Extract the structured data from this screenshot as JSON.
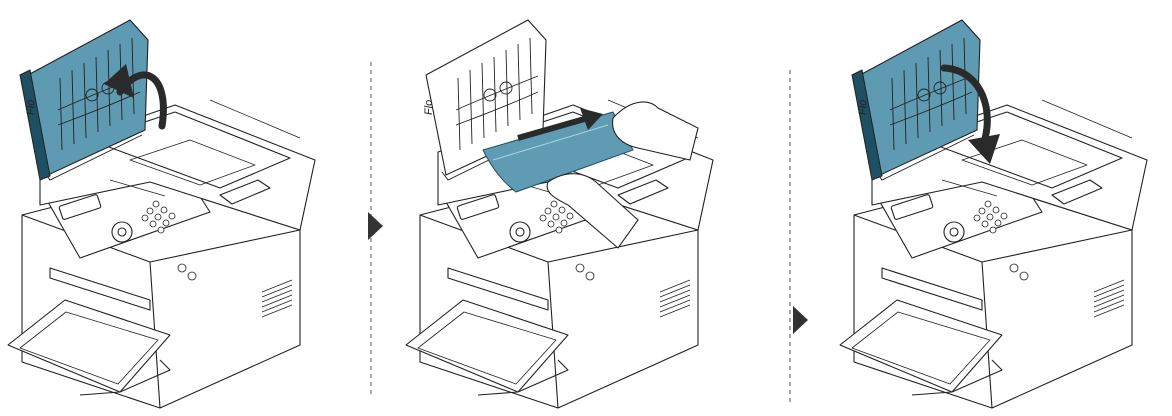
{
  "steps": [
    {
      "label": "Flo"
    },
    {
      "label": "Flo"
    },
    {
      "label": "Flo"
    }
  ],
  "colors": {
    "accent": "#3b7a93",
    "accent_light": "#a9d2e0",
    "accent_dark": "#1f4f63",
    "outline": "#222222",
    "arrow": "#2a2a2a",
    "divider": "#555555"
  },
  "icons": {
    "step_arrow": "play-triangle-icon",
    "motion_arrow": "curved-arrow-icon"
  }
}
